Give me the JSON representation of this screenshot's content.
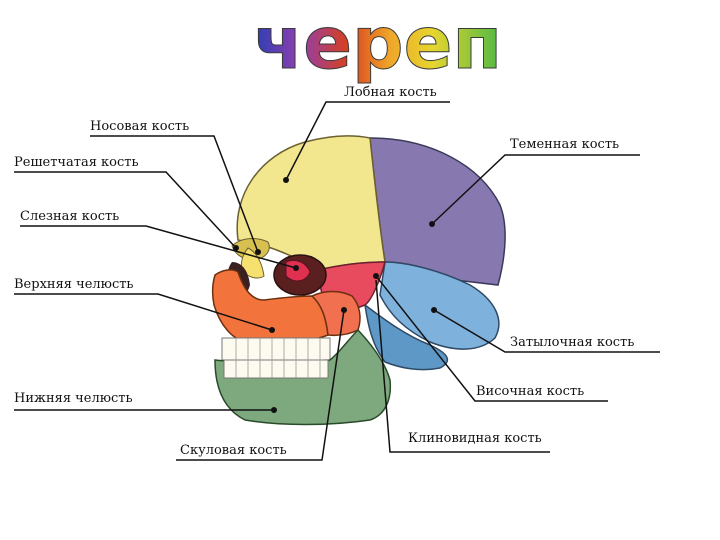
{
  "title": "череп",
  "colors": {
    "frontal": "#F2E78E",
    "parietal": "#8878B0",
    "occipital": "#7EB2DC",
    "temporal": "#5E98C6",
    "sphenoid": "#E84A5E",
    "zygomatic": "#F07050",
    "maxilla": "#F2743C",
    "mandible": "#7EA87E",
    "nasal": "#F5E070",
    "lacrimal": "#E03050",
    "ethmoid": "#D8C050",
    "teeth": "#FDFBEF",
    "title_gradient": [
      "#2A3FB4",
      "#8E3FB0",
      "#D8401E",
      "#EFA72A",
      "#E6D62E",
      "#4DB845"
    ]
  },
  "labels": {
    "frontal": "Лобная кость",
    "nasal": "Носовая кость",
    "parietal": "Теменная кость",
    "ethmoid": "Решетчатая кость",
    "lacrimal": "Слезная кость",
    "maxilla": "Верхняя челюсть",
    "occipital": "Затылочная кость",
    "temporal": "Височная кость",
    "mandible": "Нижняя челюсть",
    "zygomatic": "Скуловая кость",
    "sphenoid": "Клиновидная кость"
  }
}
